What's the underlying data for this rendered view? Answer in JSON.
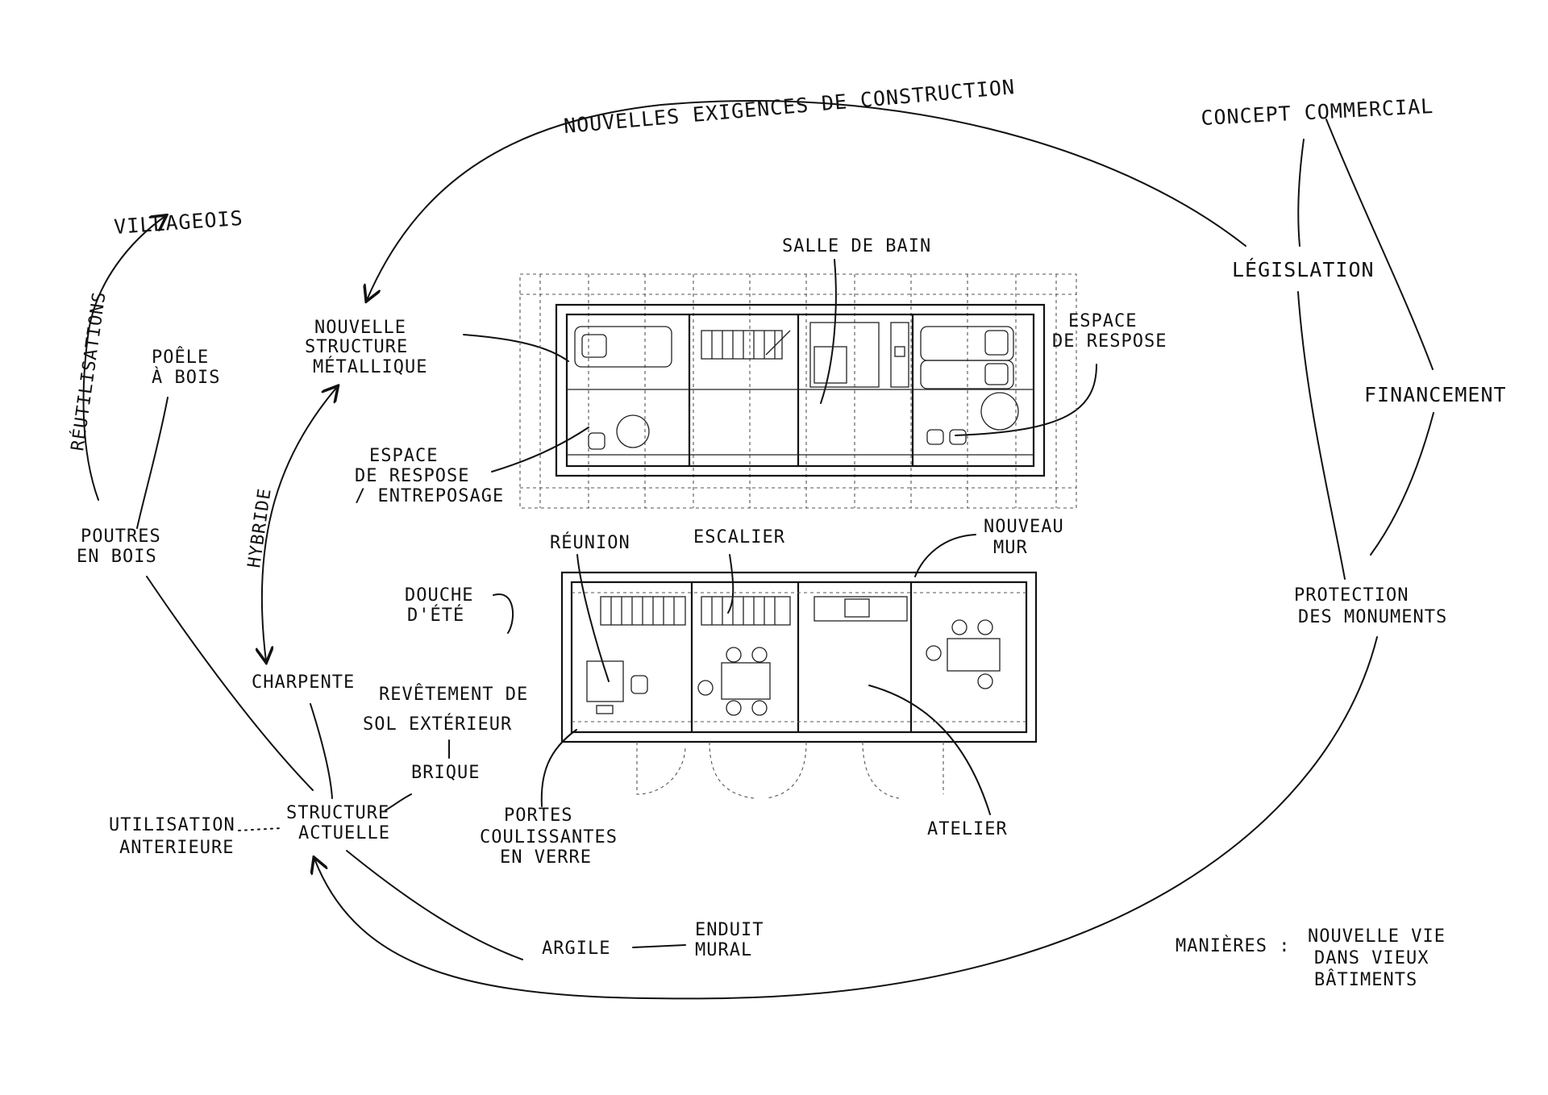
{
  "labels": {
    "nouvelles_exigences": "NOUVELLES EXIGENCES DE CONSTRUCTION",
    "concept_commercial": "CONCEPT COMMERCIAL",
    "villageois": "VILLAGEOIS",
    "reutilisations": "RÉUTILISATIONS",
    "poele_1": "POÊLE",
    "poele_2": "À BOIS",
    "poutres_1": "POUTRES",
    "poutres_2": "EN BOIS",
    "nouvelle_structure_1": "NOUVELLE",
    "nouvelle_structure_2": "STRUCTURE",
    "nouvelle_structure_3": "MÉTALLIQUE",
    "salle_de_bain": "SALLE DE BAIN",
    "espace_repose_top_1": "ESPACE",
    "espace_repose_top_2": "DE RESPOSE",
    "espace_entreposage_1": "ESPACE",
    "espace_entreposage_2": "DE RESPOSE",
    "espace_entreposage_3": "/ ENTREPOSAGE",
    "legislation": "LÉGISLATION",
    "financement": "FINANCEMENT",
    "hybride": "HYBRIDE",
    "reunion": "RÉUNION",
    "escalier": "ESCALIER",
    "nouveau_mur_1": "NOUVEAU",
    "nouveau_mur_2": "MUR",
    "douche_1": "DOUCHE",
    "douche_2": "D'ÉTÉ",
    "protection_1": "PROTECTION",
    "protection_2": "DES MONUMENTS",
    "charpente": "CHARPENTE",
    "revetement_1": "REVÊTEMENT DE",
    "revetement_2": "SOL EXTÉRIEUR",
    "brique": "BRIQUE",
    "utilisation_1": "UTILISATION",
    "utilisation_2": "ANTERIEURE",
    "structure_actuelle_1": "STRUCTURE",
    "structure_actuelle_2": "ACTUELLE",
    "portes_1": "PORTES",
    "portes_2": "COULISSANTES",
    "portes_3": "EN VERRE",
    "atelier": "ATELIER",
    "argile": "ARGILE",
    "enduit_1": "ENDUIT",
    "enduit_2": "MURAL",
    "manieres": "MANIÈRES :",
    "nouvelle_vie_1": "NOUVELLE VIE",
    "nouvelle_vie_2": "DANS VIEUX",
    "nouvelle_vie_3": "BÂTIMENTS"
  },
  "colors": {
    "ink": "#111111",
    "paper": "#ffffff"
  }
}
